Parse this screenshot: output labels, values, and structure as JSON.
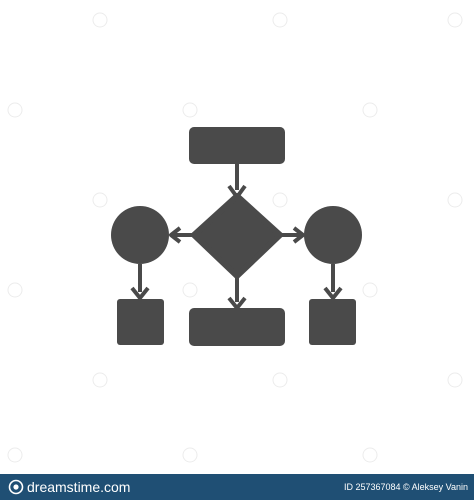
{
  "icon": {
    "name": "flowchart-icon",
    "color": "#4a4a4a",
    "background": "#ffffff"
  },
  "watermark": {
    "text": "dreamstime",
    "color": "#eaeaea"
  },
  "footer": {
    "brand": "dreamstime.com",
    "credit": "ID 257367084 © Aleksey Vanin",
    "background": "#1f4f74",
    "text_color": "#ffffff"
  }
}
